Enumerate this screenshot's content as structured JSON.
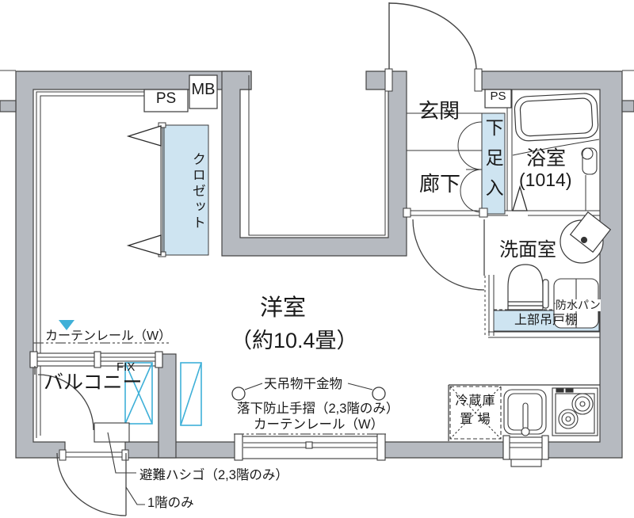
{
  "colors": {
    "wall": "#b6bac0",
    "fixture_blue": "#cee4f1",
    "window_cyan": "#3fb0d8",
    "line": "#3a3a3a"
  },
  "rooms": {
    "main_room_name": "洋室",
    "main_room_size": "（約10.4畳）",
    "entrance": "玄関",
    "corridor": "廊下",
    "bathroom_name": "浴室",
    "bathroom_size": "(1014)",
    "washroom": "洗面室",
    "balcony": "バルコニー"
  },
  "fixtures": {
    "meter_box": "MB",
    "pipe_space_left": "PS",
    "pipe_space_right": "PS",
    "closet": "クロゼット",
    "shoe_box": "下足入",
    "upper_cabinet": "上部吊戸棚",
    "waterproof_pan": "防水パン",
    "fridge_space_line1": "冷蔵庫",
    "fridge_space_line2": "置 場",
    "fix_window": "FIX"
  },
  "annotations": {
    "curtain_rail_balcony": "カーテンレール（W）",
    "ceiling_drying_hardware": "天吊物干金物",
    "fall_prevention_rail": "落下防止手摺（2,3階のみ）",
    "curtain_rail_main": "カーテンレール（W）",
    "escape_ladder": "避難ハシゴ（2,3階のみ）",
    "first_floor_only": "1階のみ"
  }
}
